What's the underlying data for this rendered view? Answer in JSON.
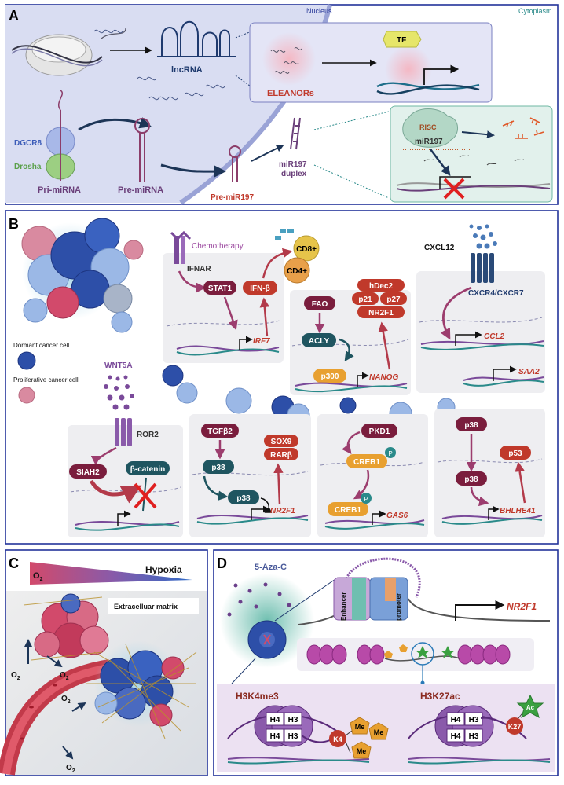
{
  "panels": {
    "a": "A",
    "b": "B",
    "c": "C",
    "d": "D"
  },
  "a": {
    "nucleus": "Nucleus",
    "cytoplasm": "Cytoplasm",
    "lncrna": "lncRNA",
    "eleanors": "ELEANORs",
    "tf": "TF",
    "dgcr8": "DGCR8",
    "drosha": "Drosha",
    "pri_mirna": "Pri-miRNA",
    "pre_mirna": "Pre-miRNA",
    "pre_mir197": "Pre-miR197",
    "duplex_l1": "miR197",
    "duplex_l2": "duplex",
    "risc": "RISC",
    "mir197": "miR197"
  },
  "b": {
    "chemotherapy": "Chemotherapy",
    "ifnar": "IFNAR",
    "stat1": "STAT1",
    "ifnb": "IFN-β",
    "irf7": "IRF7",
    "cd8": "CD8+",
    "cd4": "CD4+",
    "cxcl12": "CXCL12",
    "cxcr": "CXCR4/CXCR7",
    "ccl2": "CCL2",
    "saa2": "SAA2",
    "fao": "FAO",
    "acly": "ACLY",
    "p300": "p300",
    "nanog": "NANOG",
    "hdec2": "hDec2",
    "p21": "p21",
    "p27": "p27",
    "nr2f1_top": "NR2F1",
    "dormant": "Dormant cancer cell",
    "proliferative": "Proliferative cancer cell",
    "wnt5a": "WNT5A",
    "ror2": "ROR2",
    "siah2": "SIAH2",
    "bcat": "β-catenin",
    "tgfb2": "TGFβ2",
    "p38": "p38",
    "sox9": "SOX9",
    "rarb": "RARβ",
    "nr2f1": "NR2F1",
    "pkd1": "PKD1",
    "creb1": "CREB1",
    "p": "P",
    "gas6": "GAS6",
    "p53": "p53",
    "bhlhe41": "BHLHE41"
  },
  "c": {
    "hypoxia": "Hypoxia",
    "o2": "O",
    "o2_sub": "2",
    "ecm": "Extracelluar matrix"
  },
  "d": {
    "aza": "5-Aza-C",
    "enhancer": "Enhancer",
    "promoter": "promoter",
    "nr2f1": "NR2F1",
    "h3k4me3": "H3K4me3",
    "h3k27ac": "H3K27ac",
    "h3": "H3",
    "h4": "H4",
    "k4": "K4",
    "k27": "K27",
    "me": "Me",
    "ac": "Ac"
  }
}
